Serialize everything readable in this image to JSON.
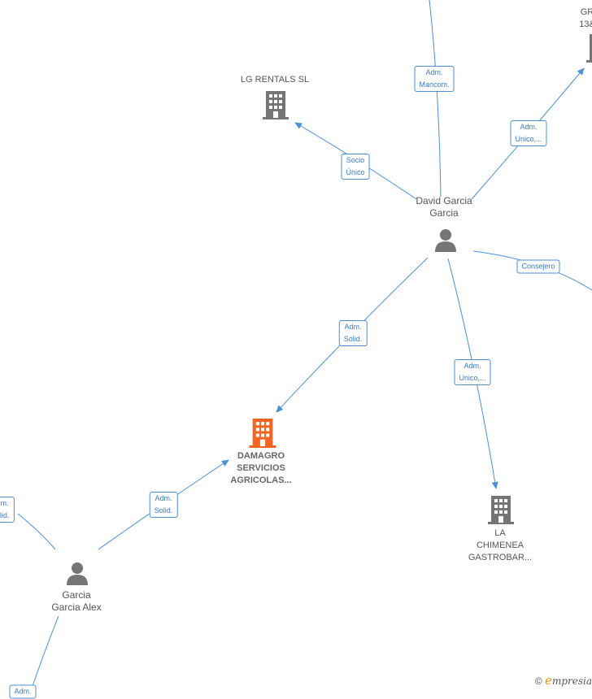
{
  "colors": {
    "edge": "#4a90d9",
    "node_gray": "#757575",
    "focus": "#f26522"
  },
  "nodes": {
    "gr_company": {
      "lines": [
        "GR",
        "13&"
      ]
    },
    "lg_rentals": {
      "lines": [
        "LG RENTALS  SL"
      ]
    },
    "david": {
      "lines": [
        "David Garcia",
        "Garcia"
      ]
    },
    "damagro": {
      "lines": [
        "DAMAGRO",
        "SERVICIOS",
        "AGRICOLAS..."
      ]
    },
    "la_chimenea": {
      "lines": [
        "LA",
        "CHIMENEA",
        "GASTROBAR..."
      ]
    },
    "alex": {
      "lines": [
        "Garcia",
        "Garcia Alex"
      ]
    }
  },
  "edges": {
    "top_mancom": [
      "Adm.",
      "Mancom."
    ],
    "lg_socio": [
      "Socio",
      "Único"
    ],
    "gr_unico": [
      "Adm.",
      "Unico,..."
    ],
    "consejero": [
      "Consejero"
    ],
    "damagro_solid": [
      "Adm.",
      "Solid."
    ],
    "chimenea_unico": [
      "Adm.",
      "Unico,..."
    ],
    "alex_damagro_solid": [
      "Adm.",
      "Solid."
    ],
    "left_solid": [
      "dm.",
      "olid."
    ],
    "bottom_adm": [
      "Adm."
    ]
  },
  "brand": {
    "symbol": "©",
    "e": "e",
    "rest": "mpresia"
  }
}
